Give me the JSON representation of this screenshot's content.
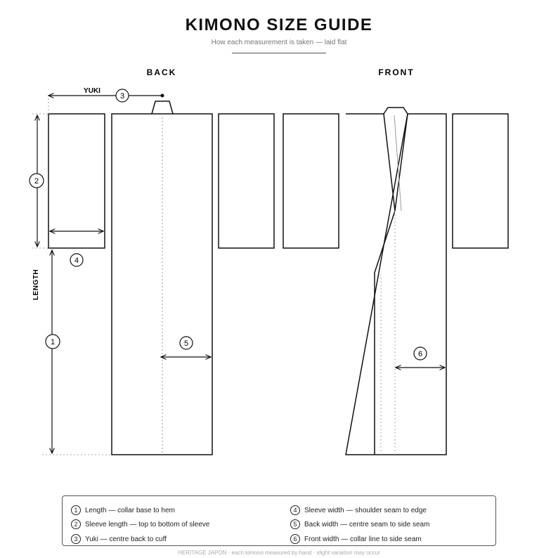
{
  "header": {
    "title": "KIMONO SIZE GUIDE",
    "subtitle": "How each measurement is taken — laid flat"
  },
  "views": {
    "back_label": "BACK",
    "front_label": "FRONT"
  },
  "labels": {
    "yuki": "YUKI",
    "length": "LENGTH"
  },
  "markers": {
    "m1": "1",
    "m2": "2",
    "m3": "3",
    "m4": "4",
    "m5": "5",
    "m6": "6"
  },
  "legend": {
    "items": [
      {
        "num": "1",
        "text": "Length — collar base to hem"
      },
      {
        "num": "2",
        "text": "Sleeve length — top to bottom of sleeve"
      },
      {
        "num": "3",
        "text": "Yuki — centre back to cuff"
      },
      {
        "num": "4",
        "text": "Sleeve width — shoulder seam to edge"
      },
      {
        "num": "5",
        "text": "Back width — centre seam to side seam"
      },
      {
        "num": "6",
        "text": "Front width — collar line to side seam"
      }
    ]
  },
  "footer": {
    "text": "HERITAGE JAPON · each kimono measured by hand · slight variation may occur"
  }
}
